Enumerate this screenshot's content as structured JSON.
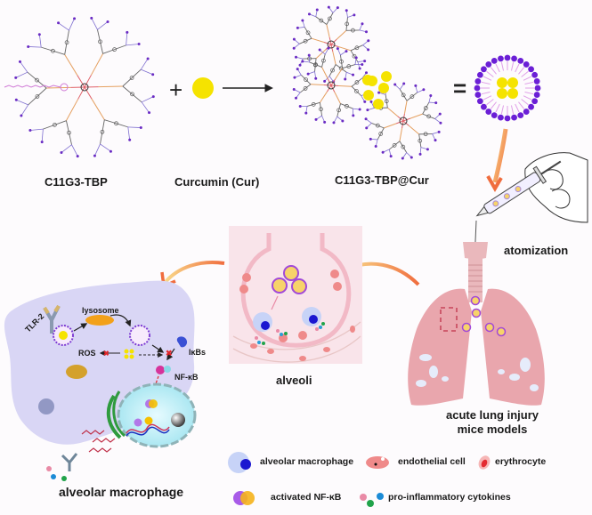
{
  "top_row": {
    "dendrimer_label": "C11G3-TBP",
    "plus_symbol": "+",
    "drug_label": "Curcumin (Cur)",
    "complex_label": "C11G3-TBP@Cur",
    "equals_symbol": "="
  },
  "delivery": {
    "atomization_label": "atomization",
    "lung_label_line1": "acute lung injury",
    "lung_label_line2": "mice models"
  },
  "alveoli": {
    "label": "alveoli"
  },
  "macrophage_panel": {
    "label": "alveolar macrophage",
    "tlr_label": "TLR-2",
    "lysosome_label": "lysosome",
    "ros_label": "ROS",
    "ikbs_label": "IκBs",
    "nfkb_label": "NF-κB"
  },
  "legend": {
    "items": [
      {
        "icon": "alveolar-macrophage-icon",
        "label": "alveolar macrophage"
      },
      {
        "icon": "endothelial-cell-icon",
        "label": "endothelial cell"
      },
      {
        "icon": "erythrocyte-icon",
        "label": "erythrocyte"
      },
      {
        "icon": "activated-nfkb-icon",
        "label": "activated NF-κB"
      },
      {
        "icon": "cytokines-icon",
        "label": "pro-inflammatory cytokines"
      }
    ]
  },
  "colors": {
    "curcumin": "#f5e300",
    "dendrimer_end": "#6a2bc4",
    "lung": "#e9a6ad",
    "alveoli_bg": "#f9e4ea",
    "cell_bg": "#d9d6f5",
    "arrow": "#f08a5d"
  }
}
